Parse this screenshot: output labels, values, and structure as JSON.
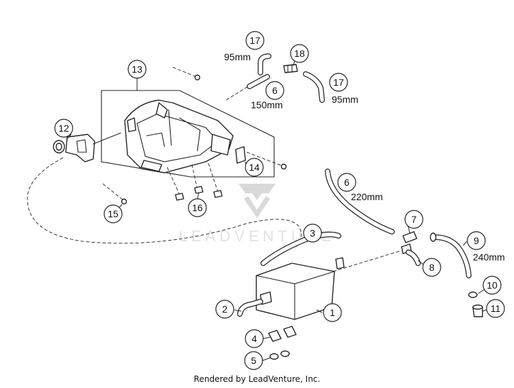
{
  "watermark": {
    "text": "LEADVENTURE"
  },
  "callouts": {
    "p1": "1",
    "p2": "2",
    "p3": "3",
    "p4": "4",
    "p5": "5",
    "p6a": "6",
    "p6b": "6",
    "p7": "7",
    "p8": "8",
    "p9": "9",
    "p10": "10",
    "p11": "11",
    "p12": "12",
    "p13": "13",
    "p14": "14",
    "p15": "15",
    "p16": "16",
    "p17a": "17",
    "p17b": "17",
    "p18": "18"
  },
  "dimensions": {
    "hose_17_left": "95mm",
    "hose_17_right": "95mm",
    "hose_6_upper": "150mm",
    "hose_6_lower": "220mm",
    "hose_9": "240mm"
  },
  "footer": {
    "credit": "Rendered by LeadVenture, Inc."
  }
}
